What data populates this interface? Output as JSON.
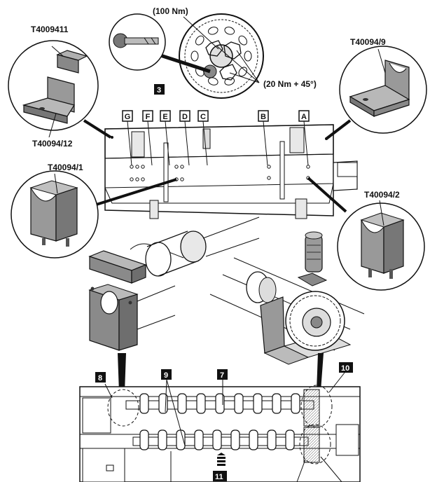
{
  "callouts": {
    "torque_100": "(100 Nm)",
    "torque_20_45": "(20 Nm + 45°)",
    "tool_t4009411": "T4009411",
    "tool_t40094_9": "T40094/9",
    "tool_t40094_12": "T40094/12",
    "tool_t40094_1": "T40094/1",
    "tool_t40094_2": "T40094/2"
  },
  "position_letters": [
    "G",
    "F",
    "E",
    "D",
    "C",
    "B",
    "A"
  ],
  "item_numbers": {
    "n3": "3",
    "n7": "7",
    "n8": "8",
    "n9": "9",
    "n10": "10",
    "n11": "11"
  },
  "colors": {
    "line": "#111111",
    "tool_fill": "#7d7d7d",
    "tool_fill_light": "#a8a8a8",
    "inset_fill": "#d6d6d6",
    "paper": "#ffffff"
  }
}
